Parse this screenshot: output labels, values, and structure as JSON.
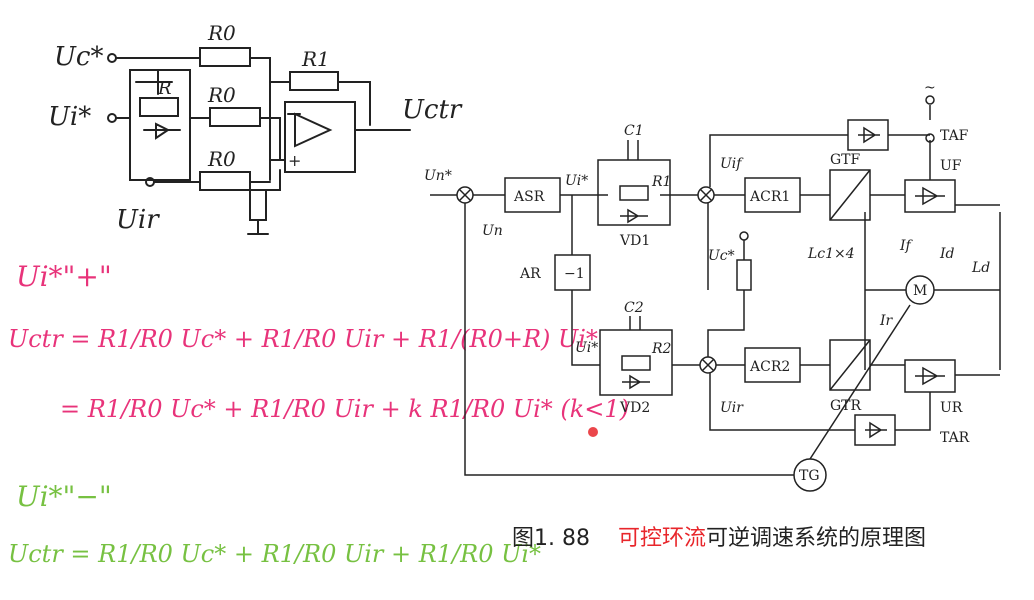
{
  "caption": {
    "number": "图1. 88",
    "highlight": "可控环流",
    "rest": "可逆调速系统的原理图"
  },
  "sketch": {
    "input_uc": "Uc*",
    "input_ui": "Ui*",
    "input_uir": "Uir",
    "output": "Uctr",
    "r0_top": "R0",
    "r0_mid": "R0",
    "r0_bot": "R0",
    "r": "R",
    "r1": "R1"
  },
  "pink_notes": {
    "case": "Ui*\"+\"",
    "line1": "Uctr = R1/R0 Uc* + R1/R0 Uir + R1/(R0+R) Ui*",
    "line2": "= R1/R0 Uc* + R1/R0 Uir + k R1/R0 Ui* (k<1)"
  },
  "green_notes": {
    "case": "Ui*\"−\"",
    "line1": "Uctr = R1/R0 Uc* + R1/R0 Uir + R1/R0 Ui*"
  },
  "diagram": {
    "un_star": "Un*",
    "un": "Un",
    "asr": "ASR",
    "ui_star": "Ui*",
    "ar": "AR",
    "minus_one": "−1",
    "c1": "C1",
    "r1": "R1",
    "vd1": "VD1",
    "c2": "C2",
    "r2": "R2",
    "vd2": "VD2",
    "ui_bar": "Ui*",
    "acr1": "ACR1",
    "acr2": "ACR2",
    "gtf": "GTF",
    "gtr": "GTR",
    "uif": "Uif",
    "uir": "Uir",
    "uc_star": "Uc*",
    "taf": "TAF",
    "tar": "TAR",
    "uf": "UF",
    "ur": "UR",
    "lc1": "Lc1×4",
    "if": "If",
    "ir": "Ir",
    "id": "Id",
    "ld": "Ld",
    "m": "M",
    "tg": "TG",
    "tilde": "~"
  }
}
